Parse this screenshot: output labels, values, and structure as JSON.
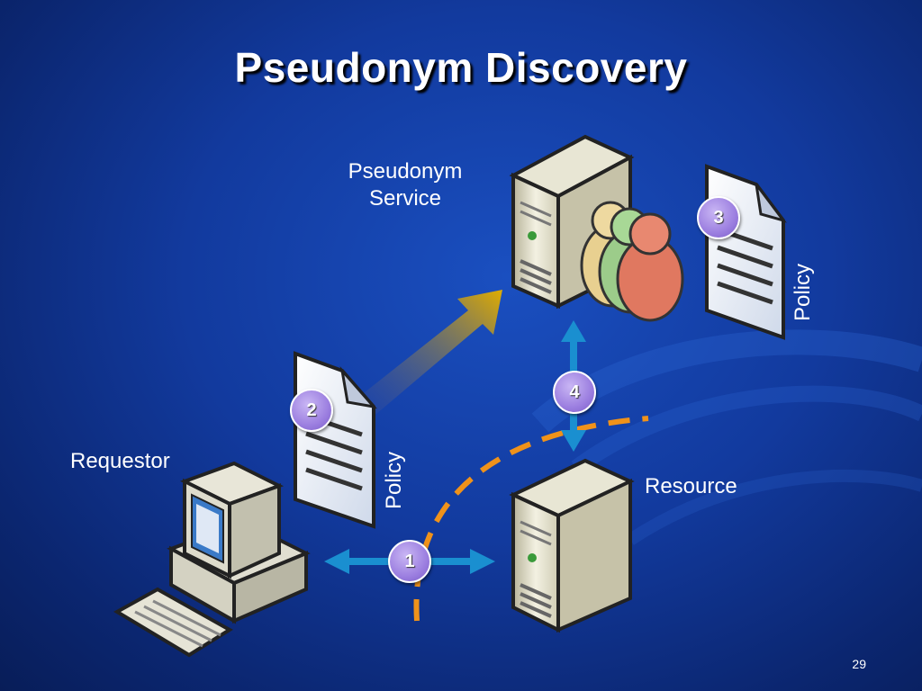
{
  "slide": {
    "title": "Pseudonym Discovery",
    "page_number": "29"
  },
  "nodes": {
    "pseudonym_service": "Pseudonym\nService",
    "requestor": "Requestor",
    "resource": "Resource"
  },
  "documents": {
    "policy_top": "Policy",
    "policy_bottom": "Policy"
  },
  "steps": [
    "1",
    "2",
    "3",
    "4"
  ],
  "colors": {
    "accent_arrow": "#1a8fd0",
    "gold_arrow": "#d9a800",
    "dashed_arc": "#f0921a",
    "badge": "#9c7fe0"
  }
}
